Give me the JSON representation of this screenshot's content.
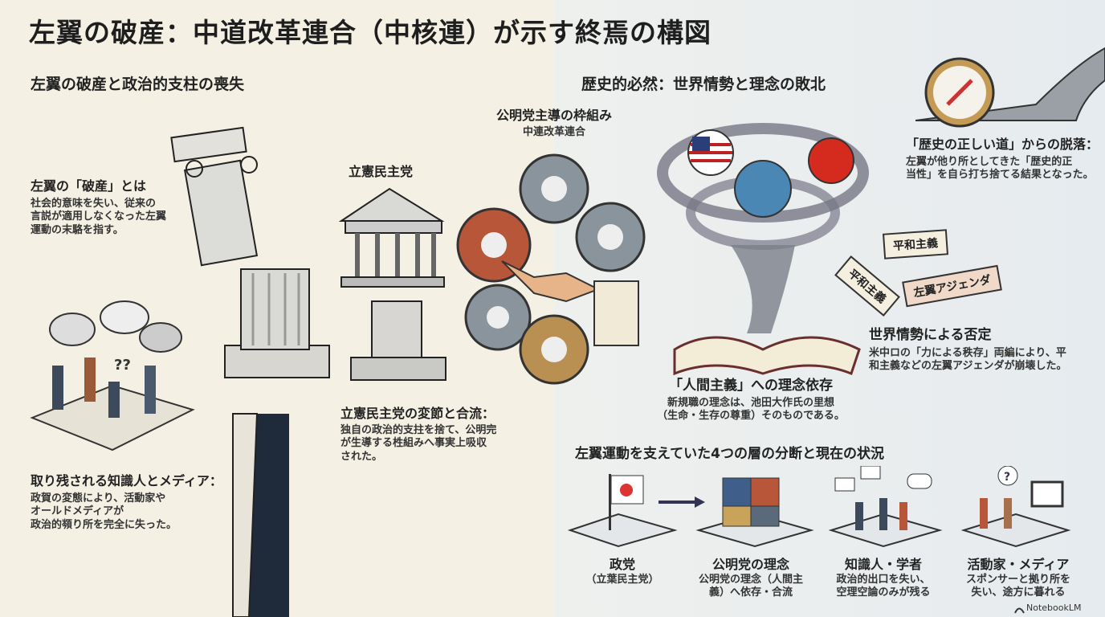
{
  "title": "左翼の破産：中道改革連合（中核連）が示す終焉の構図",
  "left": {
    "heading": "左翼の破産と政治的支柱の喪失",
    "bankruptcy": {
      "title": "左翼の「破産」とは",
      "body": "社会的意味を失い、従来の\n言説が適用しなくなった左翼\n運動の末駱を指す。"
    },
    "left_behind": {
      "title": "取り残される知識人とメディア：",
      "body": "政賀の変態により、活動家や\nオールドメディアが\n政治的䫈り所を完全に失った。"
    },
    "cdp_label": "立憲民主党",
    "cdp_change": {
      "title": "立憲民主党の変節と合流：",
      "body": "独自の政治的支拄を捨て、公明完\nが生導する栍組みへ事実上吸収\nされた。"
    },
    "komeito_frame": {
      "title": "公明党主導の枠組み",
      "subtitle": "中連改革連合"
    }
  },
  "right": {
    "heading": "歴史的必然：世界情勢と理念の敗北",
    "history": {
      "title": "「歴史の正しい道」からの脱落：",
      "body": "左翼が他り所としてきた「歴史的正\n当性」を自ら打ち捨てる結果となった。"
    },
    "tags": [
      "平和主義",
      "平和主義",
      "左翼アジェンダ"
    ],
    "world": {
      "title": "世界情勢による否定",
      "body": "米中ロの「力による秩存」両編により、平\n和主義などの左翼アジェンダが崩壊した。"
    },
    "humanism": {
      "title": "「人間主義」への理念依存",
      "body": "新規職の理念は、池田大作氏の里想\n（生命・生存の尊重）そのものである。"
    },
    "layers_heading": "左翼運動を支えていた4つの層の分断と現在の状況",
    "layers": [
      {
        "title": "政党",
        "body": "（立葉民主党）"
      },
      {
        "title": "公明党の理念",
        "body": "公明党の理念（人間主\n義）へ依存・合流"
      },
      {
        "title": "知識人・学者",
        "body": "政治的出口を失い、\n空理空論のみが残る"
      },
      {
        "title": "活動家・メディア",
        "body": "スポンサーと拠り所を\n失い、途方に暮れる"
      }
    ]
  },
  "watermark": "NotebookLM",
  "colors": {
    "left_bg": "#f4f0e4",
    "right_bg": "#e6ebef",
    "gear_red": "#b8563a",
    "gear_gray": "#8a949c",
    "gear_gold": "#b98f52"
  }
}
